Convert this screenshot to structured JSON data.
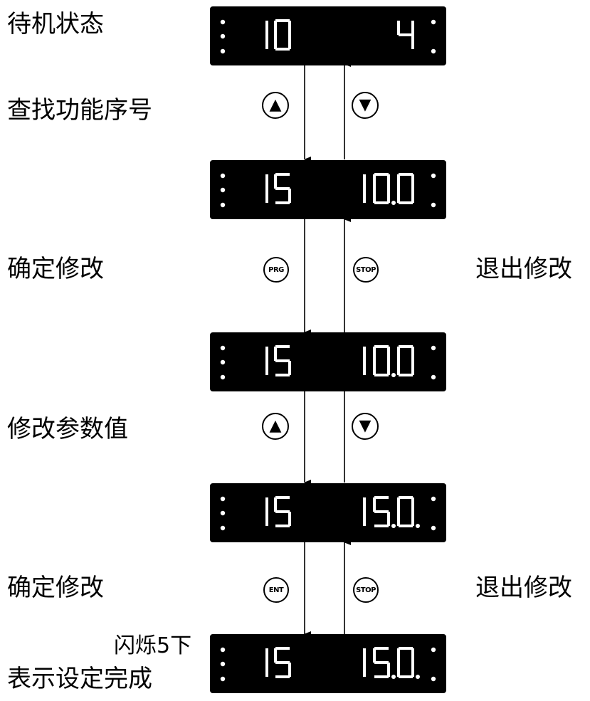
{
  "steps": [
    {
      "label": "待机状态",
      "left": "10",
      "right": "4",
      "right_dots": ""
    },
    {
      "label": "查找功能序号",
      "left": "15",
      "right": "10.0",
      "right_dots": ""
    },
    {
      "label": "确定修改",
      "left": "15",
      "right": "10.0",
      "right_dots": ""
    },
    {
      "label": "修改参数值",
      "left": "15",
      "right": "15.0.",
      "right_dots": "."
    },
    {
      "label": "确定修改",
      "left": "15",
      "right": "15.0.",
      "right_dots": "."
    }
  ],
  "labels": {
    "standby": "待机状态",
    "find_function": "查找功能序号",
    "confirm_modify_1": "确定修改",
    "exit_modify_1": "退出修改",
    "modify_value": "修改参数值",
    "confirm_modify_2": "确定修改",
    "exit_modify_2": "退出修改",
    "blink": "闪烁5下",
    "setting_done": "表示设定完成"
  },
  "buttons": {
    "up_1": "▲",
    "down_1": "▼",
    "prg": "PRG",
    "stop_1": "STOP",
    "up_2": "▲",
    "down_2": "▼",
    "ent": "ENT",
    "stop_2": "STOP"
  },
  "displays": [
    {
      "left_value": "10",
      "right_value": "4"
    },
    {
      "left_value": "15",
      "right_value": "10.0"
    },
    {
      "left_value": "15",
      "right_value": "10.0"
    },
    {
      "left_value": "15",
      "right_value": "15.0."
    },
    {
      "left_value": "15",
      "right_value": "15.0."
    }
  ]
}
